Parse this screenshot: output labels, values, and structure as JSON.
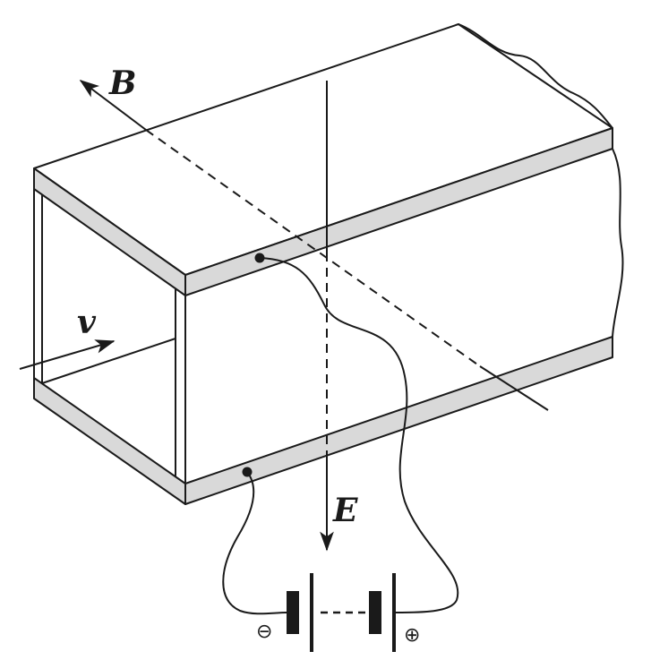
{
  "labels": {
    "magnetic_field": "B",
    "velocity": "v",
    "electric_field": "E",
    "negative_terminal": "⊖",
    "positive_terminal": "⊕"
  },
  "colors": {
    "ink": "#1a1a1a",
    "plate_fill": "#d9d9d9",
    "background": "#ffffff"
  }
}
